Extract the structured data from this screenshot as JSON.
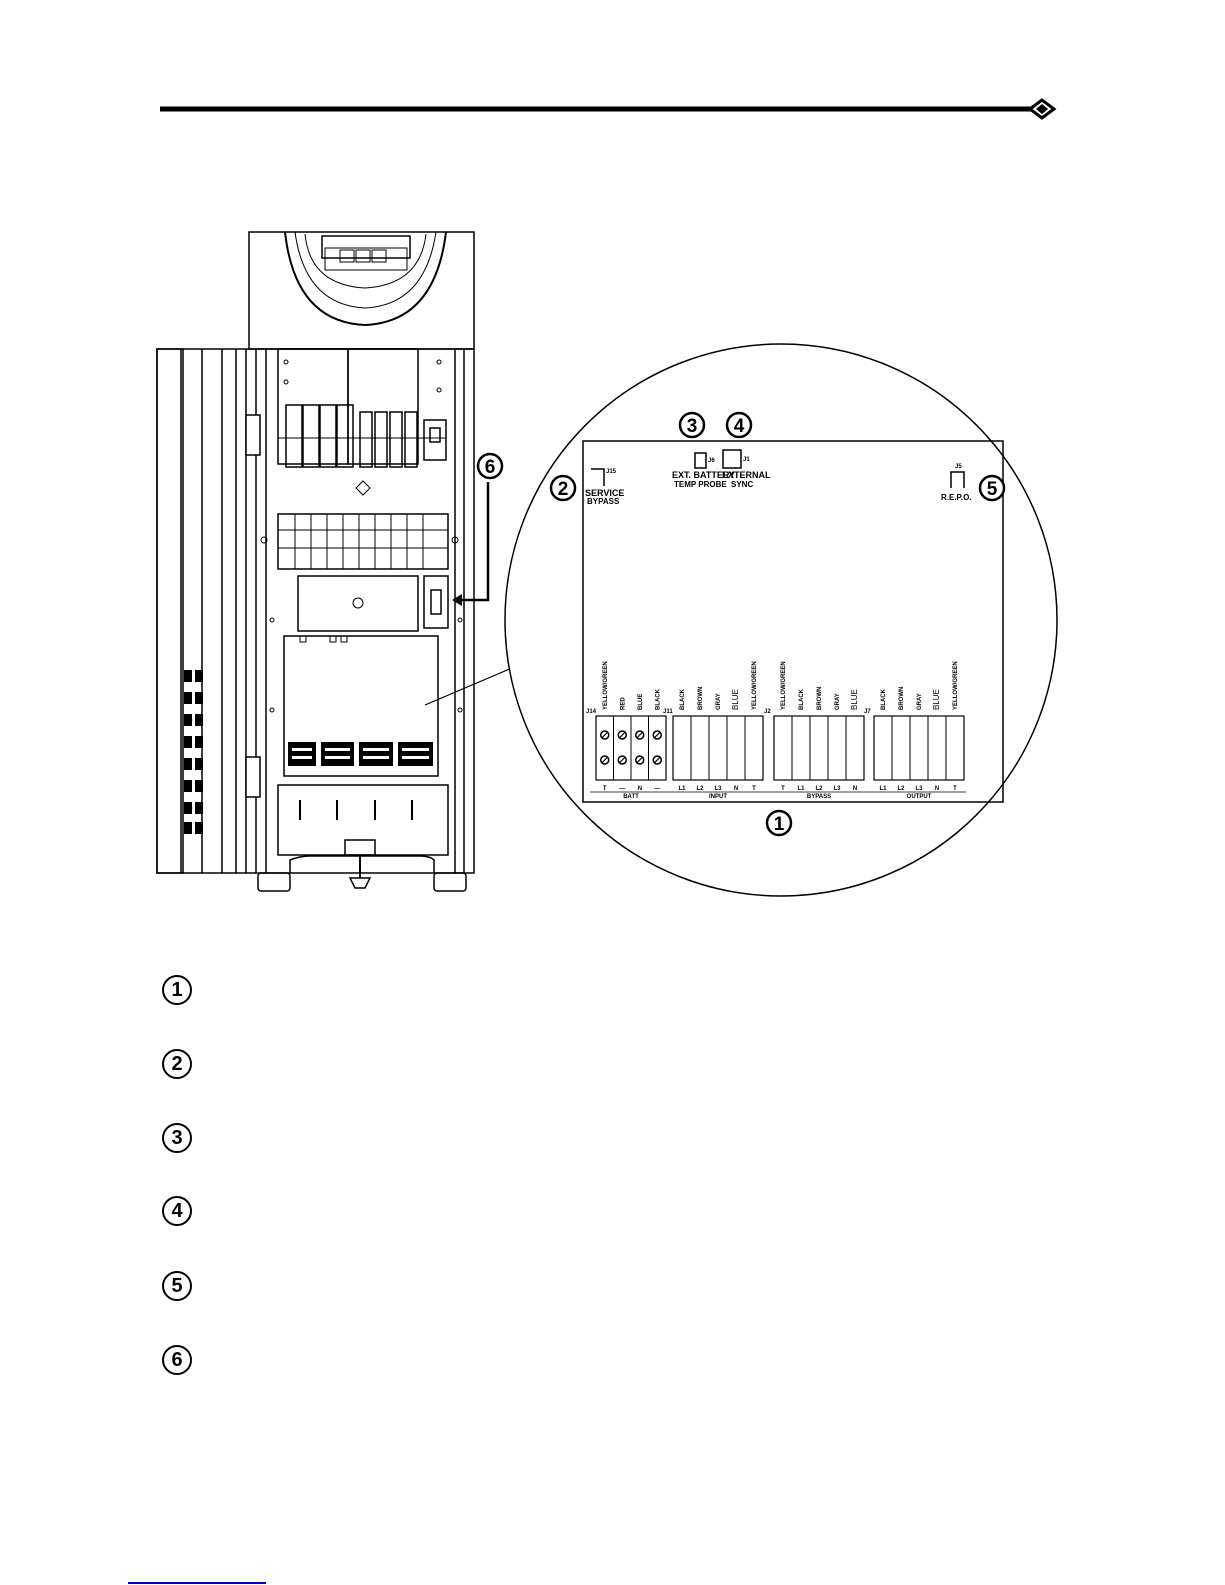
{
  "callout_numbers": [
    "1",
    "2",
    "3",
    "4",
    "5",
    "6"
  ],
  "top_labels": {
    "service_bypass_line1": "SERVICE",
    "service_bypass_line2": "BYPASS",
    "service_bypass_conn": "J15",
    "ext_battery_line1": "EXT. BATTERY",
    "ext_battery_line2": "TEMP PROBE",
    "ext_battery_conn": "J6",
    "external_sync_line1": "EXTERNAL",
    "external_sync_line2": "SYNC",
    "external_sync_conn": "J1",
    "repo": "R.E.P.O.",
    "repo_conn": "J5"
  },
  "terminal_groups": [
    {
      "connector": "J14",
      "name": "BATT",
      "wires": [
        "YELLOW/GREEN",
        "RED",
        "BLUE",
        "BLACK"
      ],
      "terminals": [
        "T",
        "—",
        "N",
        "—"
      ]
    },
    {
      "connector": "J11",
      "name": "INPUT",
      "wires": [
        "BLACK",
        "BROWN",
        "GRAY",
        "BLUE",
        "YELLOW/GREEN"
      ],
      "terminals": [
        "L1",
        "L2",
        "L3",
        "N",
        "T"
      ]
    },
    {
      "connector": "J2",
      "name": "BYPASS",
      "wires": [
        "YELLOW/GREEN",
        "BLACK",
        "BROWN",
        "GRAY",
        "BLUE"
      ],
      "terminals": [
        "T",
        "L1",
        "L2",
        "L3",
        "N"
      ]
    },
    {
      "connector": "J7",
      "name": "OUTPUT",
      "wires": [
        "BLACK",
        "BROWN",
        "GRAY",
        "BLUE",
        "YELLOW/GREEN"
      ],
      "terminals": [
        "L1",
        "L2",
        "L3",
        "N",
        "T"
      ]
    }
  ],
  "legend": [
    "1",
    "2",
    "3",
    "4",
    "5",
    "6"
  ],
  "colors": {
    "line": "#000000",
    "background": "#ffffff",
    "footer_link": "#0000cc"
  }
}
